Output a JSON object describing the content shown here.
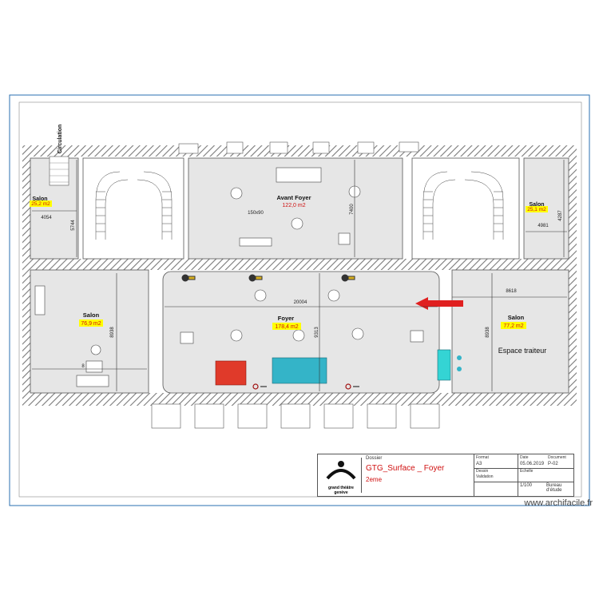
{
  "rooms": {
    "avant_foyer": {
      "name": "Avant Foyer",
      "area": "122,0 m2",
      "dim_h": "7400",
      "dim_w": "150x90"
    },
    "foyer": {
      "name": "Foyer",
      "area": "178,4 m2",
      "dim_w": "20004",
      "dim_h": "9313"
    },
    "salon_left": {
      "name": "Salon",
      "area": "76,9 m2",
      "dim_h": "8938",
      "dim_w": "8"
    },
    "salon_right": {
      "name": "Salon",
      "area": "77,2 m2",
      "dim_h": "8938",
      "dim_w": "8618",
      "extra": "Espace traiteur"
    },
    "salon_top_left": {
      "name": "Salon",
      "area": "25,2 m2",
      "dim_w": "4054",
      "dim_h": "5744"
    },
    "salon_top_right": {
      "name": "Salon",
      "area": "25,1 m2",
      "dim_w": "4981",
      "dim_h": "4287"
    },
    "circulation": {
      "name": "Circulation"
    }
  },
  "title_block": {
    "project_label": "Dossier",
    "title": "GTG_Surface _ Foyer",
    "subtitle": "2eme",
    "format_label": "Format",
    "format": "A3",
    "date_label": "Date",
    "date": "05.06.2019",
    "document_label": "Document",
    "document": "P-02",
    "drawn_label": "Dessin",
    "drawn": "Validation",
    "scale_label": "Echelle",
    "scale": "1/100",
    "office": "Bureau d'étude",
    "logo_text": "grand théâtre genève"
  },
  "watermark": "www.archifacile.fr",
  "colors": {
    "room_fill": "#e6e6e6",
    "wall": "#6a6a6a",
    "area_highlight": "#ffff00",
    "area_text": "#d01010",
    "red_block": "#e03a2a",
    "cyan_block": "#34b4c8",
    "arrow": "#e02020",
    "frame": "#2a6fb0"
  }
}
